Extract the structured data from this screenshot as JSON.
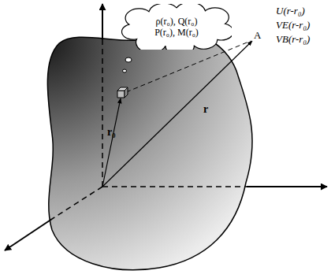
{
  "diagram": {
    "nodes": [
      {
        "text": [
          "ρ(r₀), Q(r₀)",
          "P(r₀), M(r₀)"
        ]
      }
    ],
    "labels": [
      "A",
      "U(r-r₀)",
      "VE(r-r₀)",
      "VB(r-r₀)",
      "r₀",
      "r"
    ]
  }
}
